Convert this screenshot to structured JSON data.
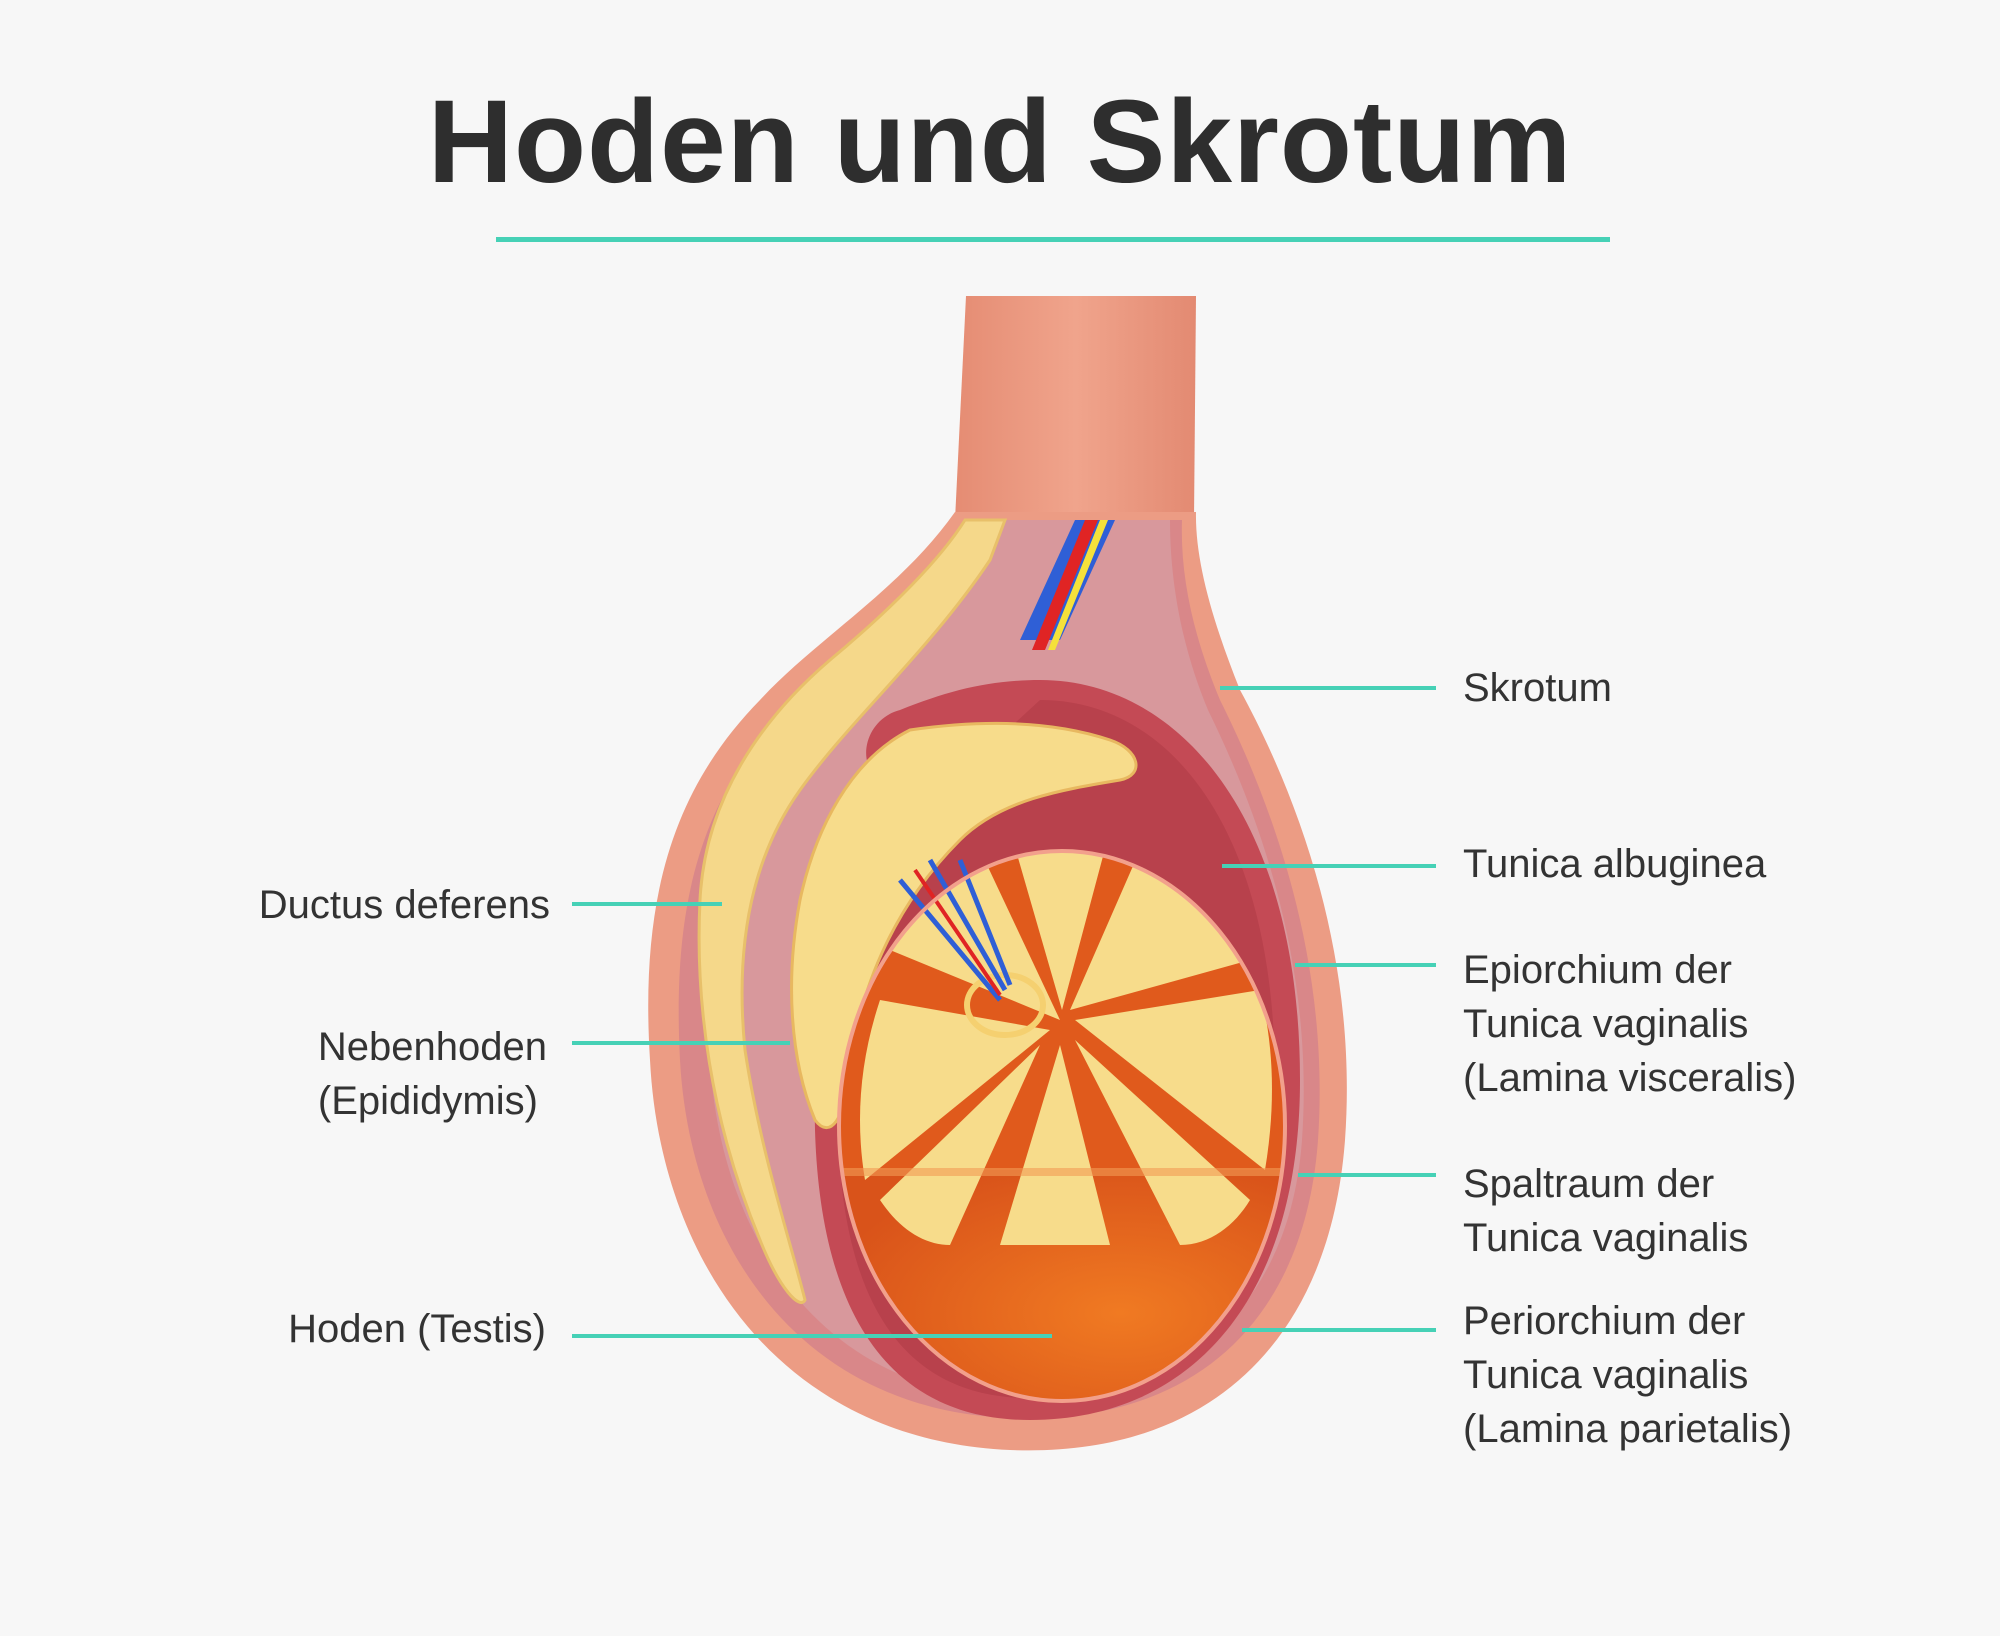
{
  "title": "Hoden und Skrotum",
  "colors": {
    "accent": "#46d1b6",
    "skin": "#eb9a82",
    "testis": "#e8611d",
    "lobule": "#f7dc8b",
    "vein": "#2f5fd6",
    "artery": "#e02424",
    "nerve": "#f5e13a"
  },
  "labels": {
    "skrotum": [
      "Skrotum"
    ],
    "tunica_albuginea": [
      "Tunica albuginea"
    ],
    "epiorchium": [
      "Epiorchium der",
      "Tunica vaginalis",
      "(Lamina visceralis)"
    ],
    "spaltraum": [
      "Spaltraum der",
      "Tunica vaginalis"
    ],
    "periorchium": [
      "Periorchium der",
      "Tunica vaginalis",
      "(Lamina parietalis)"
    ],
    "ductus_deferens": [
      "Ductus deferens"
    ],
    "nebenhoden": [
      "Nebenhoden",
      "(Epididymis)"
    ],
    "hoden": [
      "Hoden (Testis)"
    ]
  }
}
